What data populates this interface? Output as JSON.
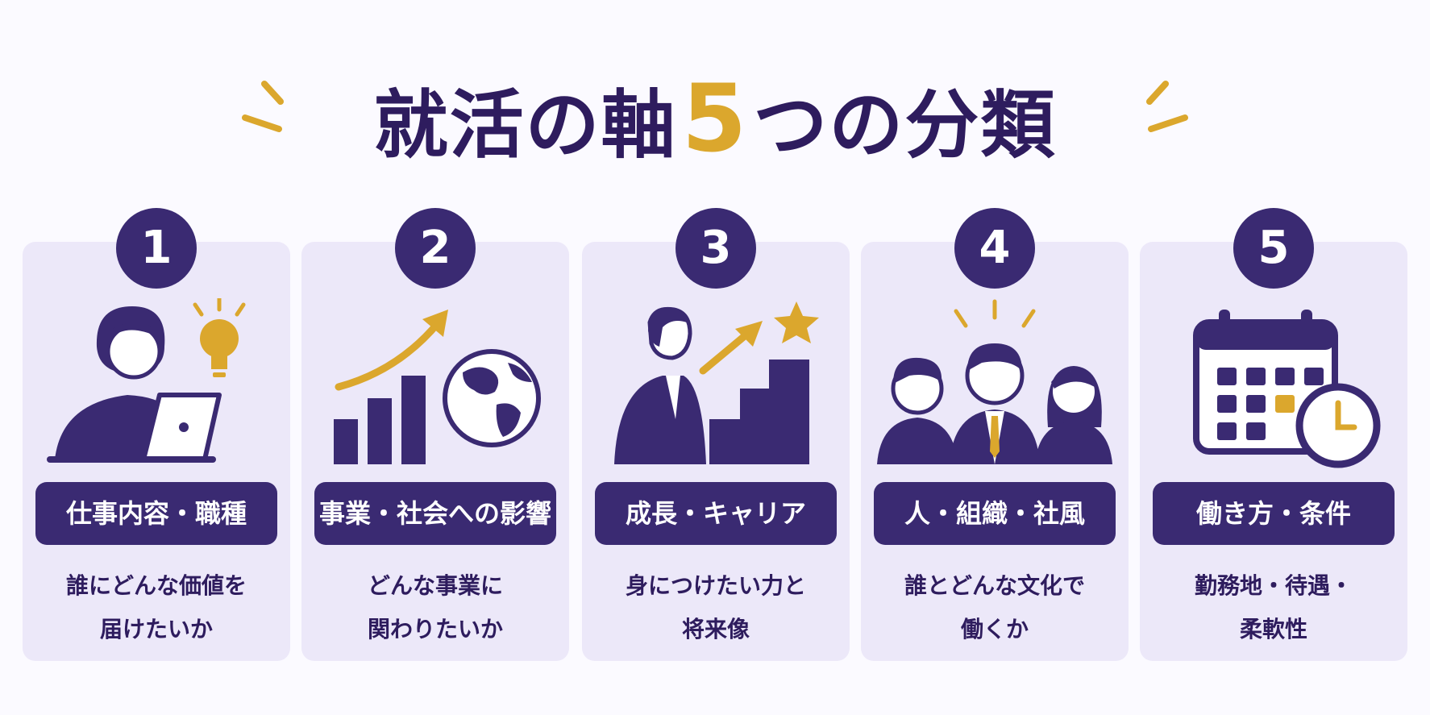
{
  "title": {
    "main": "就活の軸",
    "number": "5",
    "suffix": "つの分類"
  },
  "colors": {
    "dark": "#3a2a72",
    "accent": "#dba72d",
    "card": "#ece8f9"
  },
  "categories": [
    {
      "number": "1",
      "label": "仕事内容・職種",
      "desc_line1": "誰にどんな価値を",
      "desc_line2": "届けたいか",
      "icon": "person-laptop-lightbulb-icon"
    },
    {
      "number": "2",
      "label": "事業・社会への影響",
      "desc_line1": "どんな事業に",
      "desc_line2": "関わりたいか",
      "icon": "growth-chart-globe-icon"
    },
    {
      "number": "3",
      "label": "成長・キャリア",
      "desc_line1": "身につけたい力と",
      "desc_line2": "将来像",
      "icon": "career-stairs-star-icon"
    },
    {
      "number": "4",
      "label": "人・組織・社風",
      "desc_line1": "誰とどんな文化で",
      "desc_line2": "働くか",
      "icon": "team-people-icon"
    },
    {
      "number": "5",
      "label": "働き方・条件",
      "desc_line1": "勤務地・待遇・",
      "desc_line2": "柔軟性",
      "icon": "calendar-clock-icon"
    }
  ]
}
